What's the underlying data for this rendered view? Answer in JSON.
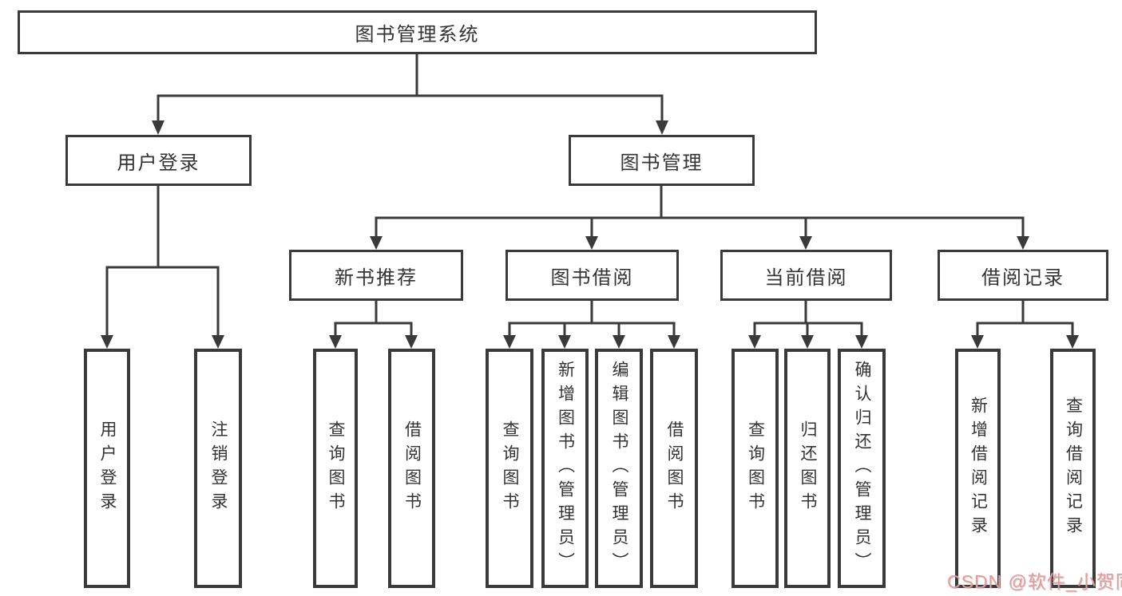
{
  "diagram": {
    "root": {
      "label": "图书管理系统"
    },
    "branches": [
      {
        "label": "用户登录",
        "leaves": [
          {
            "label": "用户登录"
          },
          {
            "label": "注销登录"
          }
        ]
      },
      {
        "label": "图书管理",
        "groups": [
          {
            "label": "新书推荐",
            "leaves": [
              {
                "label": "查询图书"
              },
              {
                "label": "借阅图书"
              }
            ]
          },
          {
            "label": "图书借阅",
            "leaves": [
              {
                "label": "查询图书"
              },
              {
                "label": "新增图书（管理员）"
              },
              {
                "label": "编辑图书（管理员）"
              },
              {
                "label": "借阅图书"
              }
            ]
          },
          {
            "label": "当前借阅",
            "leaves": [
              {
                "label": "查询图书"
              },
              {
                "label": "归还图书"
              },
              {
                "label": "确认归还（管理员）"
              }
            ]
          },
          {
            "label": "借阅记录",
            "leaves": [
              {
                "label": "新增借阅记录"
              },
              {
                "label": "查询借阅记录"
              }
            ]
          }
        ]
      }
    ]
  },
  "watermark": {
    "text": "CSDN @软件_小贺同学"
  },
  "colors": {
    "line": "#3a3a3a",
    "text": "#333333",
    "background": "#ffffff",
    "watermark": "#e89b9b"
  }
}
